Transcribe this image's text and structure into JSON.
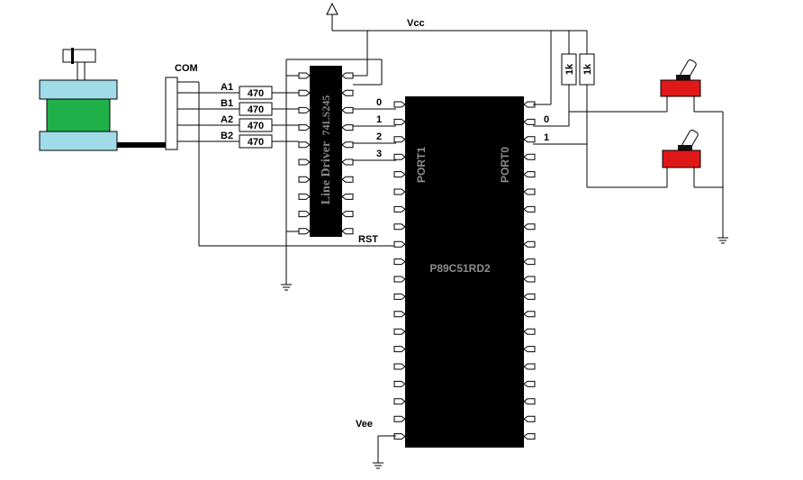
{
  "labels": {
    "vcc": "Vcc",
    "vee": "Vee",
    "com": "COM",
    "rst": "RST"
  },
  "motor_coils": [
    "A1",
    "B1",
    "A2",
    "B2"
  ],
  "coil_resistors": [
    "470",
    "470",
    "470",
    "470"
  ],
  "pullup_resistors": [
    "1k",
    "1k"
  ],
  "line_driver": {
    "part": "74LS245",
    "title": "Line Driver",
    "output_bits": [
      "0",
      "1",
      "2",
      "3"
    ]
  },
  "mcu": {
    "part": "P89C51RD2",
    "port_left": "PORT1",
    "port_right": "PORT0",
    "input_bits": [
      "0",
      "1"
    ]
  },
  "colors": {
    "motor_body": "#9fdce8",
    "motor_core": "#1fb04a",
    "switch_red": "#e01818",
    "chip_body": "#000000",
    "chip_text": "#8c8c8c"
  }
}
